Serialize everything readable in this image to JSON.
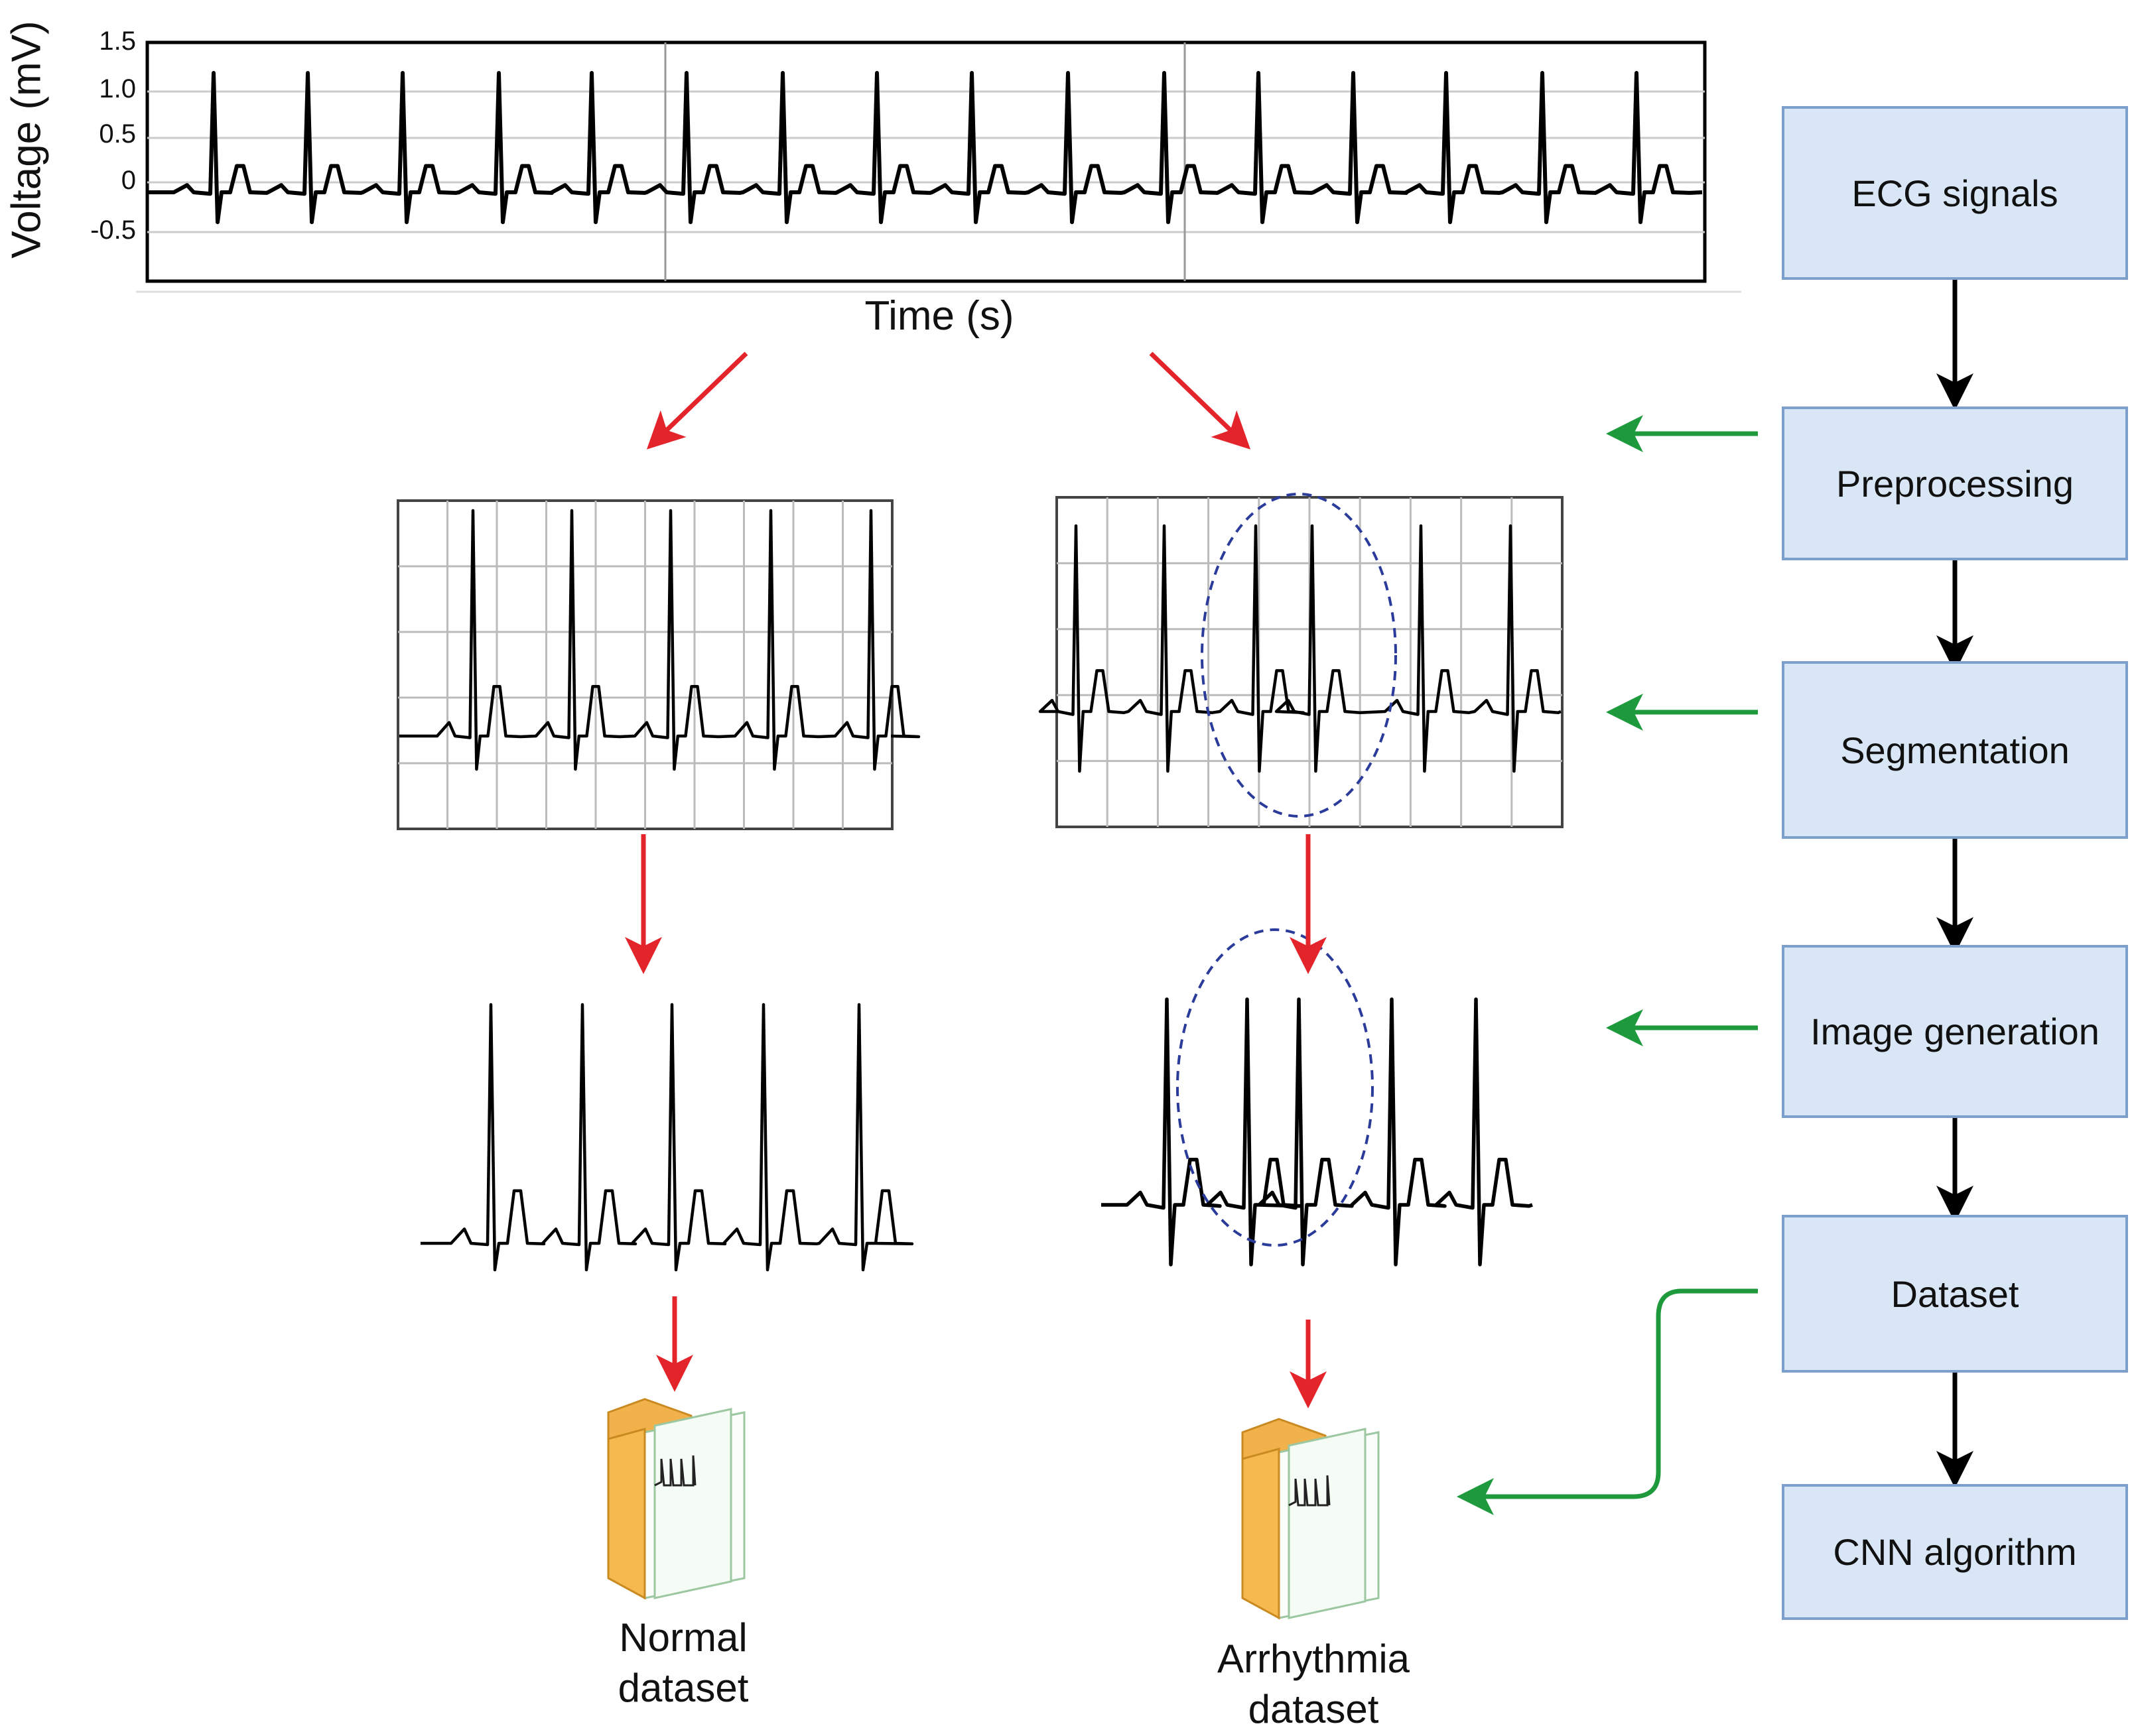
{
  "top_plot": {
    "ylabel": "Voltage (mV)",
    "xlabel": "Time (s)",
    "yticks": [
      "1.5",
      "1.0",
      "0.5",
      "0",
      "-0.5"
    ]
  },
  "pipeline": {
    "steps": [
      {
        "id": "ecg-signals",
        "label": "ECG signals"
      },
      {
        "id": "preprocessing",
        "label": "Preprocessing"
      },
      {
        "id": "segmentation",
        "label": "Segmentation"
      },
      {
        "id": "image-generation",
        "label": "Image generation"
      },
      {
        "id": "dataset",
        "label": "Dataset"
      },
      {
        "id": "cnn-algorithm",
        "label": "CNN algorithm"
      }
    ]
  },
  "outputs": {
    "normal": {
      "line1": "Normal",
      "line2": "dataset"
    },
    "arrhythmia": {
      "line1": "Arrhythmia",
      "line2": "dataset"
    }
  },
  "colors": {
    "flow_arrow": "#e3242b",
    "pipeline_arrow": "#000000",
    "feedback_arrow": "#1e9a3c",
    "step_fill": "#d9e6f5",
    "step_border": "#7d9fcb",
    "highlight_ellipse": "#2a3b9a",
    "folder": "#f2b24b"
  }
}
